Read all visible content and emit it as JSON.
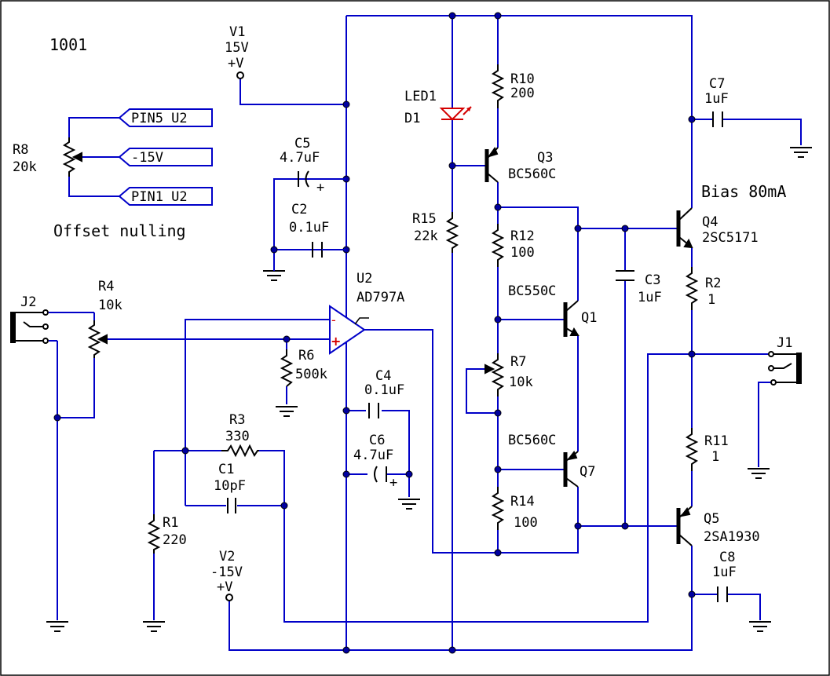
{
  "colors": {
    "wire": "#0000c8",
    "component": "#000000",
    "led": "#d40000",
    "background": "#ffffff"
  },
  "title": "1001",
  "offset": {
    "label": "Offset nulling",
    "pin5": "PIN5 U2",
    "neg15": "-15V",
    "pin1": "PIN1 U2",
    "r8_name": "R8",
    "r8_value": "20k"
  },
  "supplies": {
    "v1_name": "V1",
    "v1_value": "15V",
    "v1_symbol": "+V",
    "v2_name": "V2",
    "v2_value": "-15V",
    "v2_symbol": "+V"
  },
  "components": {
    "c5_name": "C5",
    "c5_value": "4.7uF",
    "c2_name": "C2",
    "c2_value": "0.1uF",
    "u2_name": "U2",
    "u2_value": "AD797A",
    "j2_name": "J2",
    "r4_name": "R4",
    "r4_value": "10k",
    "r6_name": "R6",
    "r6_value": "500k",
    "r3_name": "R3",
    "r3_value": "330",
    "c1_name": "C1",
    "c1_value": "10pF",
    "r1_name": "R1",
    "r1_value": "220",
    "c4_name": "C4",
    "c4_value": "0.1uF",
    "c6_name": "C6",
    "c6_value": "4.7uF",
    "led1_name": "LED1",
    "led1_ref": "D1",
    "r15_name": "R15",
    "r15_value": "22k",
    "r10_name": "R10",
    "r10_value": "200",
    "q3_name": "Q3",
    "q3_value": "BC560C",
    "r12_name": "R12",
    "r12_value": "100",
    "q1_type": "BC550C",
    "q1_name": "Q1",
    "r7_name": "R7",
    "r7_value": "10k",
    "q7_type": "BC560C",
    "q7_name": "Q7",
    "r14_name": "R14",
    "r14_value": "100",
    "c3_name": "C3",
    "c3_value": "1uF",
    "c7_name": "C7",
    "c7_value": "1uF",
    "bias_note": "Bias 80mA",
    "q4_name": "Q4",
    "q4_value": "2SC5171",
    "r2_name": "R2",
    "r2_value": "1",
    "j1_name": "J1",
    "r11_name": "R11",
    "r11_value": "1",
    "q5_name": "Q5",
    "q5_value": "2SA1930",
    "c8_name": "C8",
    "c8_value": "1uF"
  },
  "op_amp_pins": {
    "inverting": "-",
    "non_inverting": "+"
  },
  "polarity_mark": "+"
}
